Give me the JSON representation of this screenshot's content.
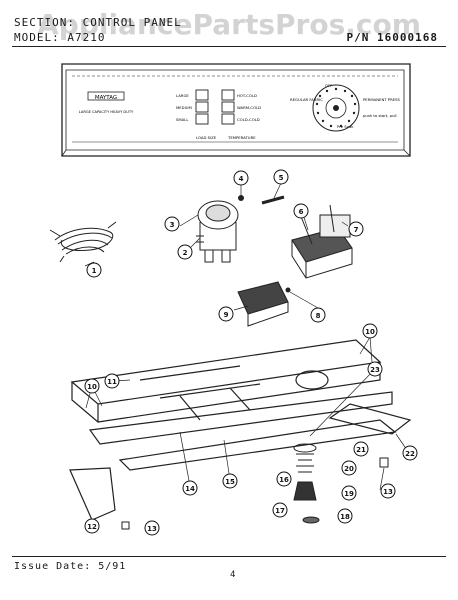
{
  "watermark": "AppliancePartsPros.com",
  "header": {
    "section": "SECTION: CONTROL PANEL",
    "model": "MODEL: A7210",
    "part_number": "P/N 16000168"
  },
  "panel": {
    "brand": "MAYTAG",
    "capacity": "LARGE CAPACITY HEAVY DUTY",
    "load_sizes": [
      "LARGE",
      "MEDIUM",
      "SMALL"
    ],
    "temps": [
      "HOT-COLD",
      "WARM-COLD",
      "COLD-COLD"
    ],
    "load_size_caption": "LOAD SIZE",
    "temperature_caption": "TEMPERATURE",
    "regular_fabric": "REGULAR FABRIC",
    "permanent_press": "PERMANENT PRESS",
    "push_to_start": "push to start, pull",
    "soak": "Pre Soak",
    "off": "OFF"
  },
  "callouts": [
    "1",
    "2",
    "3",
    "4",
    "5",
    "6",
    "7",
    "8",
    "9",
    "10",
    "10",
    "11",
    "12",
    "13",
    "13",
    "14",
    "15",
    "16",
    "17",
    "18",
    "19",
    "20",
    "21",
    "22",
    "23"
  ],
  "footer": {
    "issue_date": "Issue Date: 5/91",
    "page": "4"
  }
}
